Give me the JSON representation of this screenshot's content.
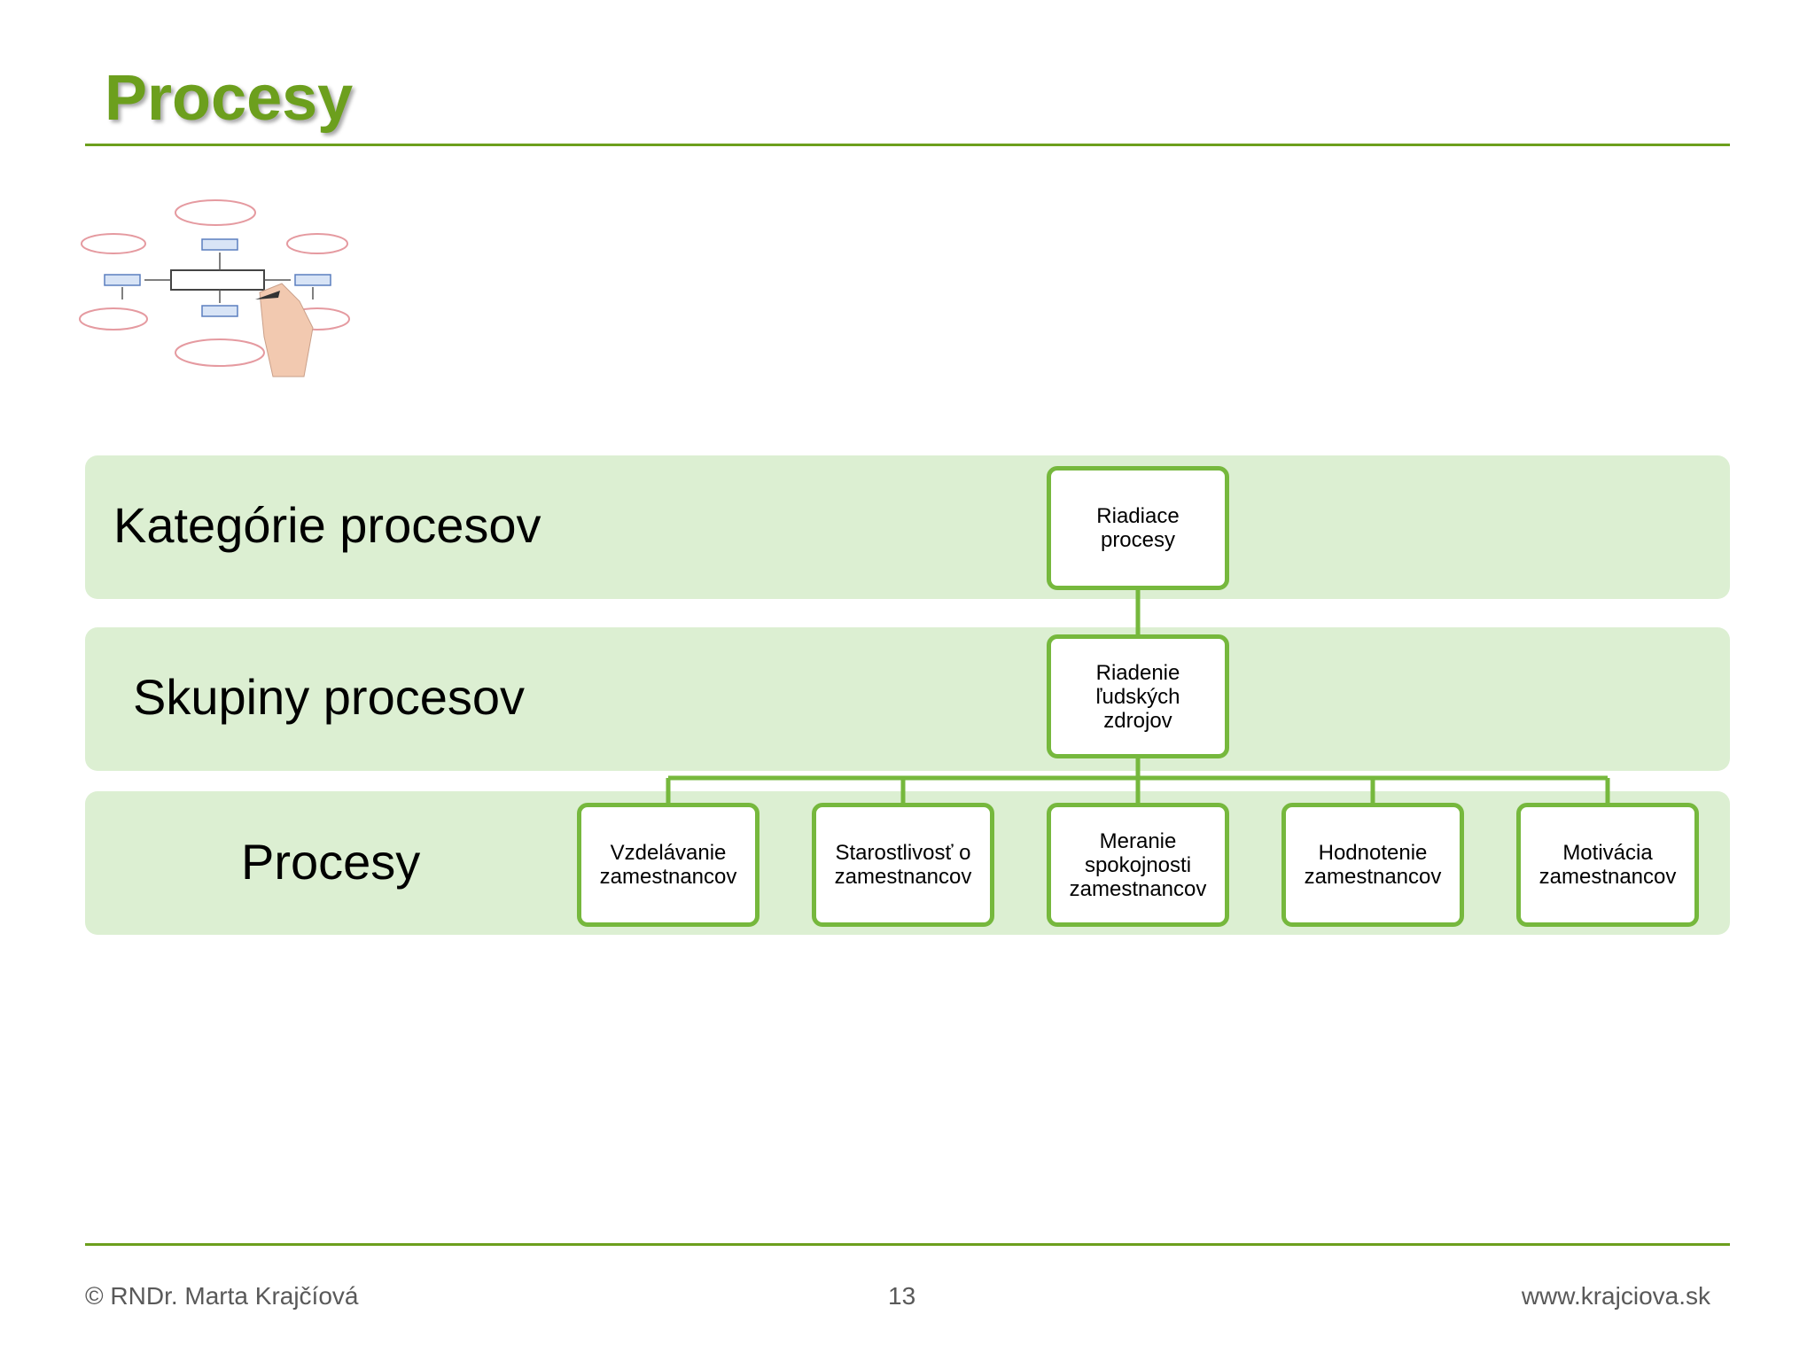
{
  "slide": {
    "title": "Procesy"
  },
  "bands": {
    "categories_label": "Kategórie procesov",
    "groups_label": "Skupiny procesov",
    "processes_label": "Procesy"
  },
  "nodes": {
    "root": "Riadiace\nprocesy",
    "group": "Riadenie\nľudských\nzdrojov",
    "leaves": [
      "Vzdelávanie\nzamestnancov",
      "Starostlivosť o\nzamestnancov",
      "Meranie\nspokojnosti\nzamestnancov",
      "Hodnotenie\nzamestnancov",
      "Motivácia\nzamestnancov"
    ]
  },
  "colors": {
    "accent": "#6c9f1d",
    "node_border": "#76b83d",
    "band_fill": "#dcefd2"
  },
  "footer": {
    "author": "© RNDr. Marta Krajčíová",
    "page_number": "13",
    "website": "www.krajciova.sk"
  }
}
